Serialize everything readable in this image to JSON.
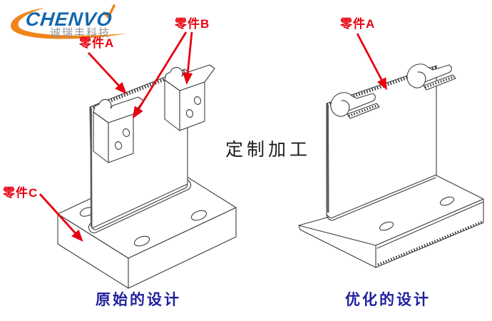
{
  "logo": {
    "brand": "CHENVO",
    "subtitle": "诚瑞丰科技"
  },
  "watermark": "定制加工",
  "labels": {
    "left_part_a": "零件A",
    "left_part_b": "零件B",
    "left_part_c": "零件C",
    "right_part_a": "零件A"
  },
  "captions": {
    "left": "原始的设计",
    "right": "优化的设计"
  },
  "colors": {
    "label_red": "#e8000f",
    "caption_navy": "#1f1f9e",
    "logo_blue": "#1467ae",
    "logo_orange": "#f08519",
    "line_ink": "#3d3d3d"
  }
}
